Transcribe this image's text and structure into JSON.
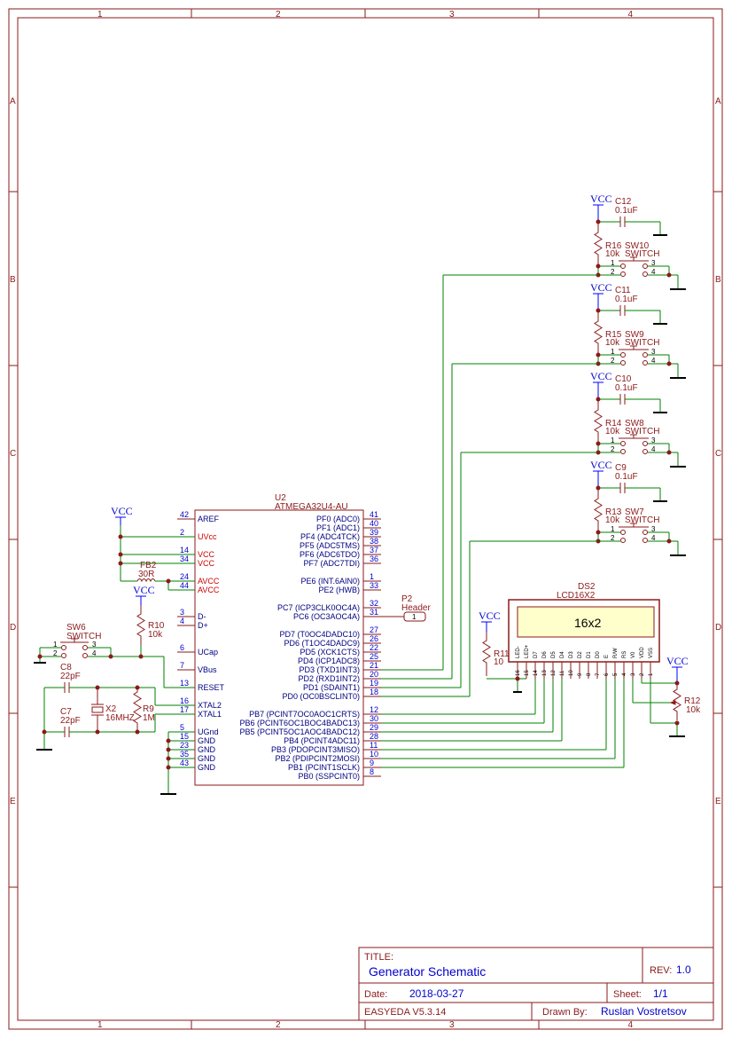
{
  "frame": {
    "columns": [
      "1",
      "2",
      "3",
      "4"
    ],
    "rows": [
      "A",
      "B",
      "C",
      "D",
      "E"
    ]
  },
  "title_block": {
    "title_label": "TITLE:",
    "title_value": "Generator Schematic",
    "rev_label": "REV:",
    "rev_value": "1.0",
    "date_label": "Date:",
    "date_value": "2018-03-27",
    "sheet_label": "Sheet:",
    "sheet_value": "1/1",
    "tool": "EASYEDA V5.3.14",
    "drawn_label": "Drawn By:",
    "drawn_value": "Ruslan Vostretsov"
  },
  "mcu": {
    "ref": "U2",
    "part": "ATMEGA32U4-AU",
    "left_pins": [
      {
        "num": "42",
        "name": "AREF",
        "red": false
      },
      {
        "num": "2",
        "name": "UVcc",
        "red": true
      },
      {
        "num": "14",
        "name": "VCC",
        "red": true
      },
      {
        "num": "34",
        "name": "VCC",
        "red": true
      },
      {
        "num": "24",
        "name": "AVCC",
        "red": true
      },
      {
        "num": "44",
        "name": "AVCC",
        "red": true
      },
      {
        "num": "3",
        "name": "D-",
        "red": false
      },
      {
        "num": "4",
        "name": "D+",
        "red": false
      },
      {
        "num": "6",
        "name": "UCap",
        "red": false
      },
      {
        "num": "7",
        "name": "VBus",
        "red": false
      },
      {
        "num": "13",
        "name": "RESET",
        "red": false
      },
      {
        "num": "16",
        "name": "XTAL2",
        "red": false
      },
      {
        "num": "17",
        "name": "XTAL1",
        "red": false
      },
      {
        "num": "5",
        "name": "UGnd",
        "red": false
      },
      {
        "num": "15",
        "name": "GND",
        "red": false
      },
      {
        "num": "23",
        "name": "GND",
        "red": false
      },
      {
        "num": "35",
        "name": "GND",
        "red": false
      },
      {
        "num": "43",
        "name": "GND",
        "red": false
      }
    ],
    "right_pins": [
      {
        "num": "41",
        "name": "PF0 (ADC0)"
      },
      {
        "num": "40",
        "name": "PF1 (ADC1)"
      },
      {
        "num": "39",
        "name": "PF4 (ADC4TCK)"
      },
      {
        "num": "38",
        "name": "PF5 (ADC5TMS)"
      },
      {
        "num": "37",
        "name": "PF6 (ADC6TDO)"
      },
      {
        "num": "36",
        "name": "PF7 (ADC7TDI)"
      },
      {
        "num": "1",
        "name": "PE6 (INT.6AIN0)"
      },
      {
        "num": "33",
        "name": "PE2 (HWB)"
      },
      {
        "num": "32",
        "name": "PC7 (ICP3CLK0OC4A)"
      },
      {
        "num": "31",
        "name": "PC6 (OC3AOC4A)"
      },
      {
        "num": "27",
        "name": "PD7 (T0OC4DADC10)"
      },
      {
        "num": "26",
        "name": "PD6 (T1OC4DADC9)"
      },
      {
        "num": "22",
        "name": "PD5 (XCK1CTS)"
      },
      {
        "num": "25",
        "name": "PD4 (ICP1ADC8)"
      },
      {
        "num": "21",
        "name": "PD3 (TXD1INT3)"
      },
      {
        "num": "20",
        "name": "PD2 (RXD1INT2)"
      },
      {
        "num": "19",
        "name": "PD1 (SDAINT1)"
      },
      {
        "num": "18",
        "name": "PD0 (OC0BSCLINT0)"
      },
      {
        "num": "12",
        "name": "PB7 (PCINT7OC0AOC1CRTS)"
      },
      {
        "num": "30",
        "name": "PB6 (PCINT6OC1BOC4BADC13)"
      },
      {
        "num": "29",
        "name": "PB5 (PCINT5OC1AOC4BADC12)"
      },
      {
        "num": "28",
        "name": "PB4 (PCINT4ADC11)"
      },
      {
        "num": "11",
        "name": "PB3 (PDOPCINT3MISO)"
      },
      {
        "num": "10",
        "name": "PB2 (PDIPCINT2MOSI)"
      },
      {
        "num": "9",
        "name": "PB1 (PCINT1SCLK)"
      },
      {
        "num": "8",
        "name": "PB0 (SSPCINT0)"
      }
    ]
  },
  "header": {
    "ref": "P2",
    "name": "Header",
    "pin": "1"
  },
  "lcd": {
    "ref": "DS2",
    "part": "LCD16X2",
    "screen": "16x2",
    "pins": [
      {
        "num": "16",
        "name": "LED-"
      },
      {
        "num": "15",
        "name": "LED+"
      },
      {
        "num": "14",
        "name": "D7"
      },
      {
        "num": "13",
        "name": "D6"
      },
      {
        "num": "12",
        "name": "D5"
      },
      {
        "num": "11",
        "name": "D4"
      },
      {
        "num": "10",
        "name": "D3"
      },
      {
        "num": "9",
        "name": "D2"
      },
      {
        "num": "8",
        "name": "D1"
      },
      {
        "num": "7",
        "name": "D0"
      },
      {
        "num": "6",
        "name": "E"
      },
      {
        "num": "5",
        "name": "R/W"
      },
      {
        "num": "4",
        "name": "RS"
      },
      {
        "num": "3",
        "name": "V0"
      },
      {
        "num": "2",
        "name": "VDD"
      },
      {
        "num": "1",
        "name": "VSS"
      }
    ]
  },
  "vcc_label": "VCC",
  "buttons": [
    {
      "cap": "C12",
      "cap_val": "0.1uF",
      "res": "R16",
      "res_val": "10k",
      "sw": "SW10",
      "sw_val": "SWITCH"
    },
    {
      "cap": "C11",
      "cap_val": "0.1uF",
      "res": "R15",
      "res_val": "10k",
      "sw": "SW9",
      "sw_val": "SWITCH"
    },
    {
      "cap": "C10",
      "cap_val": "0.1uF",
      "res": "R14",
      "res_val": "10k",
      "sw": "SW8",
      "sw_val": "SWITCH"
    },
    {
      "cap": "C9",
      "cap_val": "0.1uF",
      "res": "R13",
      "res_val": "10k",
      "sw": "SW7",
      "sw_val": "SWITCH"
    }
  ],
  "switch_pins": [
    "1",
    "2",
    "3",
    "4"
  ],
  "reset_sw": {
    "ref": "SW6",
    "val": "SWITCH"
  },
  "ferrite": {
    "ref": "FB2",
    "val": "30R"
  },
  "r10": {
    "ref": "R10",
    "val": "10k"
  },
  "r9": {
    "ref": "R9",
    "val": "1M"
  },
  "r11": {
    "ref": "R11",
    "val": "10"
  },
  "r12": {
    "ref": "R12",
    "val": "10k"
  },
  "c8": {
    "ref": "C8",
    "val": "22pF"
  },
  "c7": {
    "ref": "C7",
    "val": "22pF"
  },
  "x2": {
    "ref": "X2",
    "val": "16MHZ"
  }
}
